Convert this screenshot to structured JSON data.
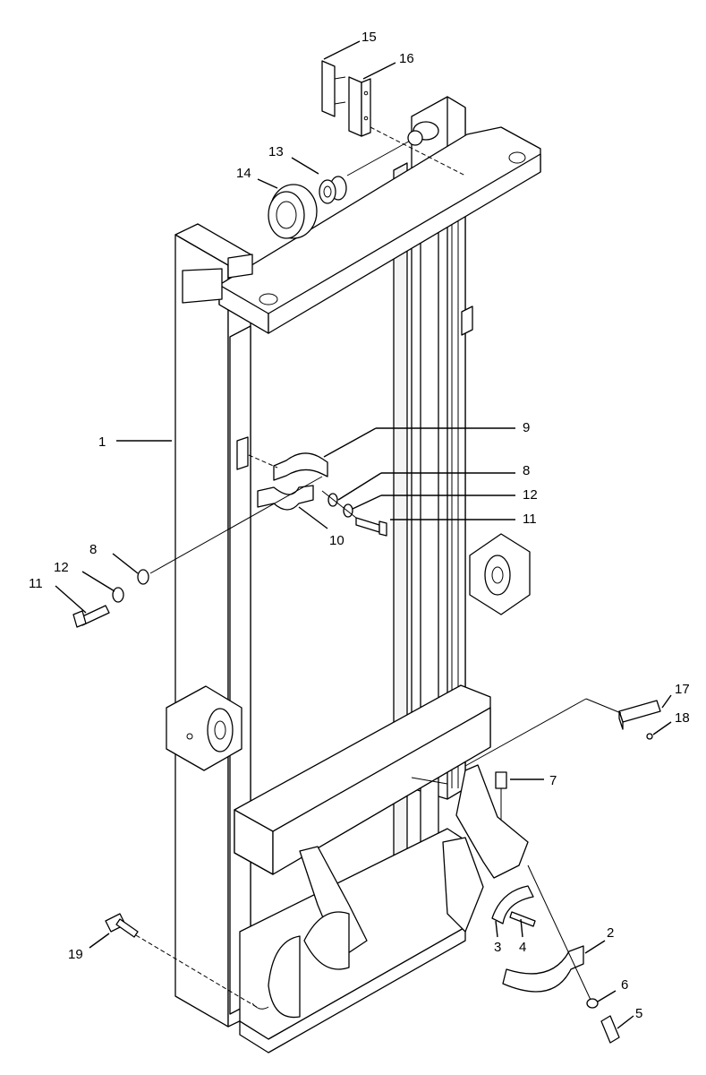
{
  "callouts": [
    {
      "id": "c1",
      "label": "1"
    },
    {
      "id": "c2",
      "label": "2"
    },
    {
      "id": "c3",
      "label": "3"
    },
    {
      "id": "c4",
      "label": "4"
    },
    {
      "id": "c5",
      "label": "5"
    },
    {
      "id": "c6",
      "label": "6"
    },
    {
      "id": "c7",
      "label": "7"
    },
    {
      "id": "c8a",
      "label": "8"
    },
    {
      "id": "c8b",
      "label": "8"
    },
    {
      "id": "c9",
      "label": "9"
    },
    {
      "id": "c10",
      "label": "10"
    },
    {
      "id": "c11a",
      "label": "11"
    },
    {
      "id": "c11b",
      "label": "11"
    },
    {
      "id": "c12a",
      "label": "12"
    },
    {
      "id": "c12b",
      "label": "12"
    },
    {
      "id": "c13",
      "label": "13"
    },
    {
      "id": "c14",
      "label": "14"
    },
    {
      "id": "c15",
      "label": "15"
    },
    {
      "id": "c16",
      "label": "16"
    },
    {
      "id": "c17",
      "label": "17"
    },
    {
      "id": "c18",
      "label": "18"
    },
    {
      "id": "c19",
      "label": "19"
    }
  ]
}
